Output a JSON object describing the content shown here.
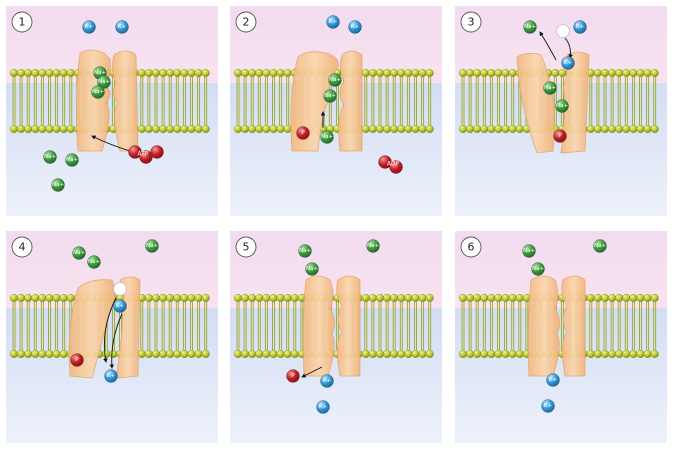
{
  "figure": {
    "labels": {
      "sodium": "Na+",
      "potassium": "K+",
      "atp": "ATP",
      "adp": "ADP",
      "phosphate": "P"
    },
    "colors": {
      "extracellular": "#f6dcef",
      "intracellular": "#d7e2f4",
      "membrane": "#b7c52a",
      "protein": "#f7c89a",
      "sodium_ion": "#3b9a3d",
      "potassium_ion": "#2f97d8",
      "phosphate": "#c41e24"
    },
    "icons": [
      "sodium-ion-icon",
      "potassium-ion-icon",
      "phosphate-icon",
      "atp-molecule-icon",
      "adp-molecule-icon",
      "reaction-arrow-icon"
    ],
    "panels": [
      {
        "step": "1"
      },
      {
        "step": "2"
      },
      {
        "step": "3"
      },
      {
        "step": "4"
      },
      {
        "step": "5"
      },
      {
        "step": "6"
      }
    ]
  }
}
